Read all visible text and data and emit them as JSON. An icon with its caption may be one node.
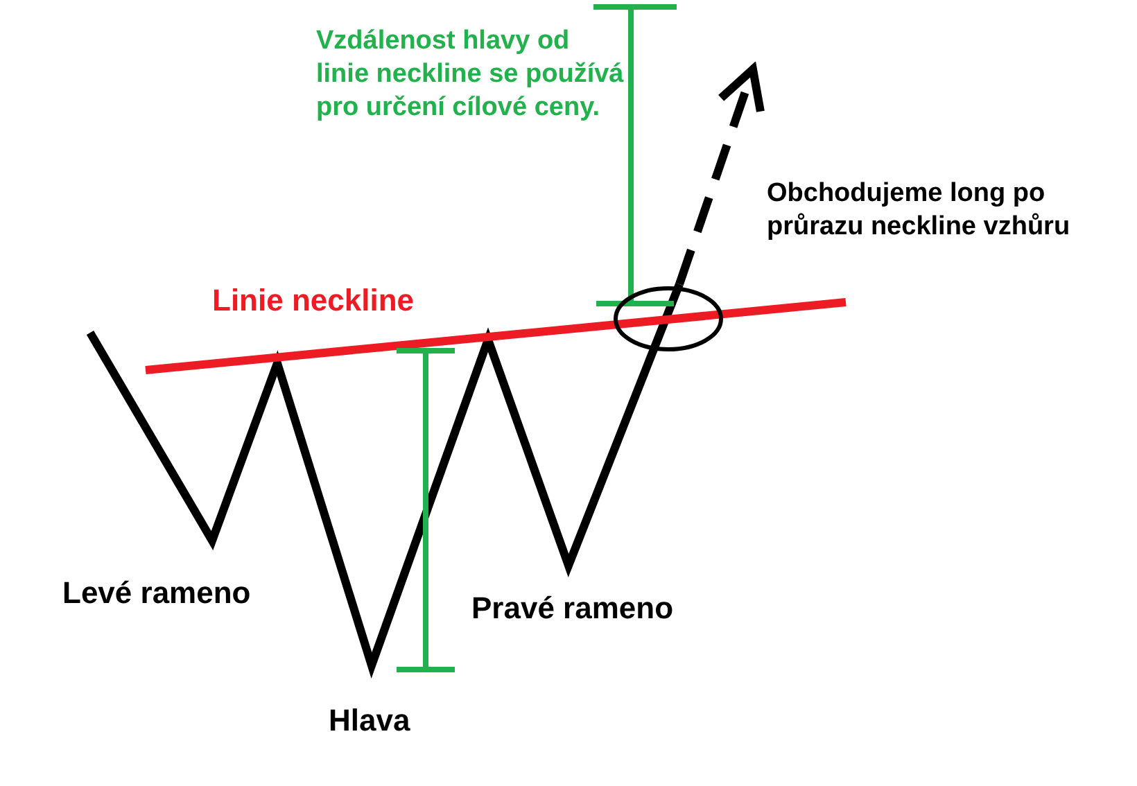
{
  "diagram": {
    "nodes": [
      {
        "text": [],
        "shape": "circle"
      }
    ],
    "labels": [
      "Vzdálenost hlavy od linie neckline se používá pro určení cílové ceny.",
      "Obchodujeme long po průrazu neckline vzhůru",
      "Linie neckline",
      "Levé rameno",
      "Pravé rameno",
      "Hlava"
    ]
  }
}
